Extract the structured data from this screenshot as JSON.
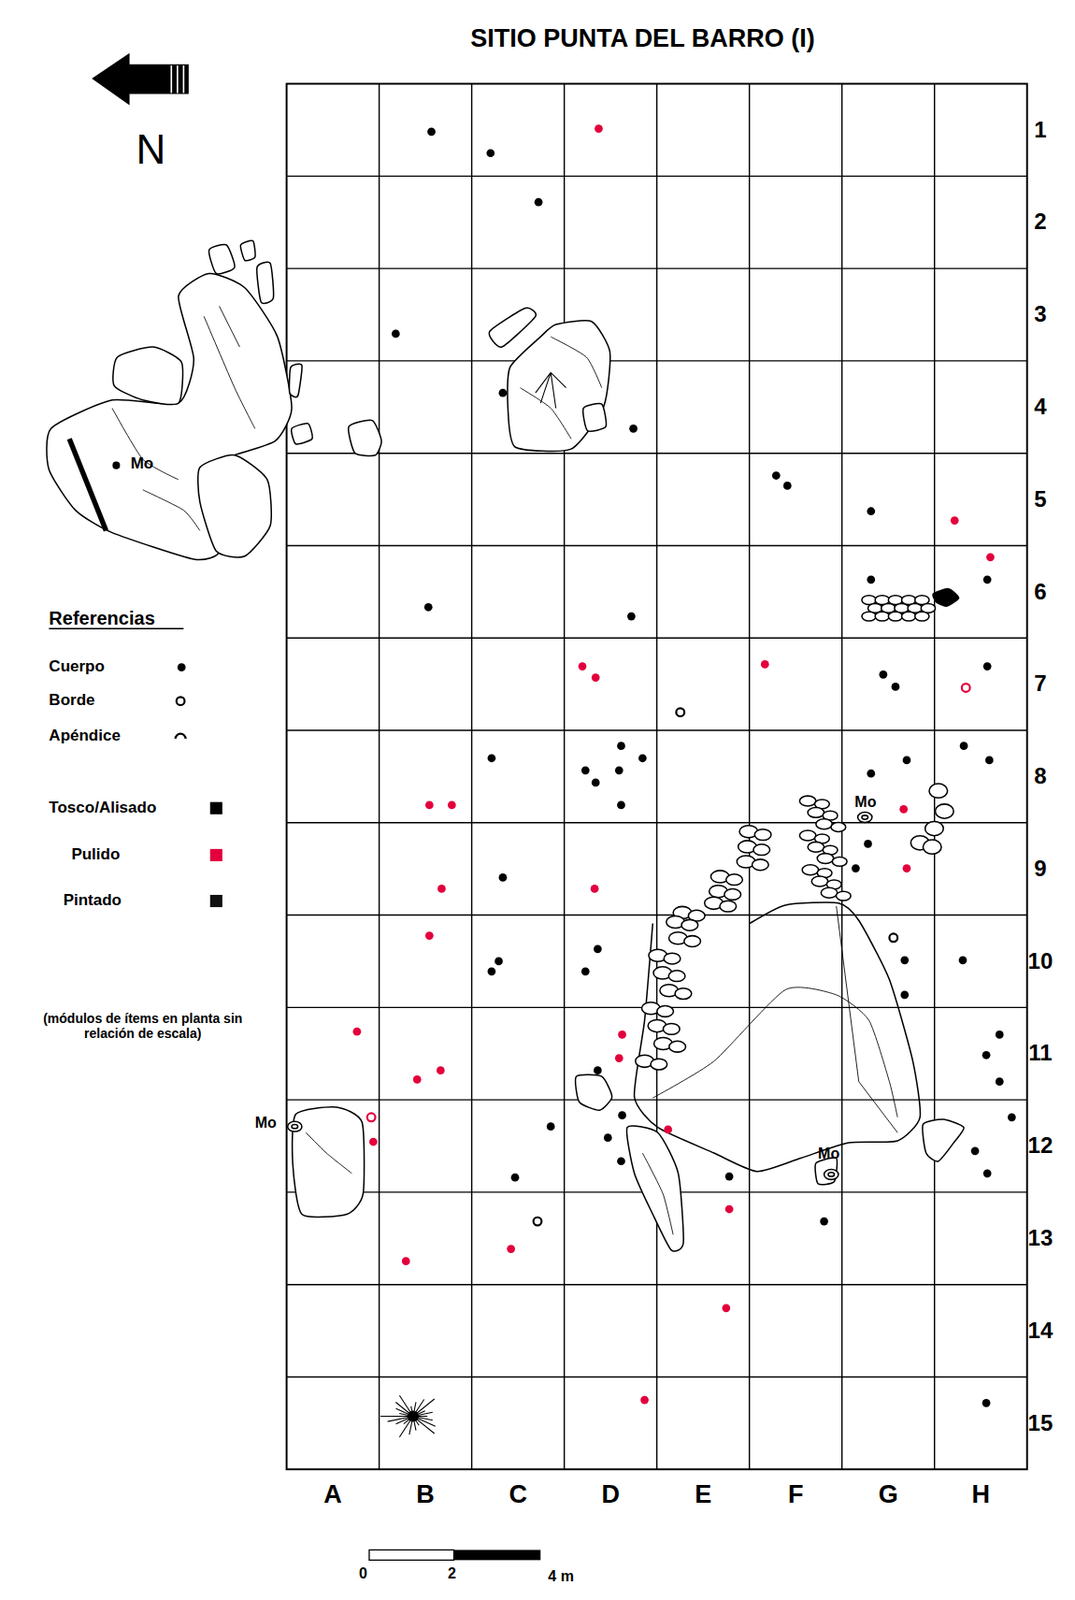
{
  "diagram": {
    "title": "SITIO PUNTA DEL BARRO (I)",
    "labels": [
      "N",
      "Referencias",
      "(módulos de ítems en planta sin relación de escala)",
      "A",
      "B",
      "C",
      "D",
      "E",
      "F",
      "G",
      "H",
      "1",
      "2",
      "3",
      "4",
      "5",
      "6",
      "7",
      "8",
      "9",
      "10",
      "11",
      "12",
      "13",
      "14",
      "15",
      "Mo",
      "Mo",
      "Mo",
      "Mo",
      "0",
      "2",
      "4 m"
    ],
    "legend": [
      {
        "text": "Cuerpo"
      },
      {
        "text": "Borde"
      },
      {
        "text": "Apéndice"
      },
      {
        "text": "Tosco/Alisado",
        "color": "#000000"
      },
      {
        "text": "Pulido",
        "color": "#e3003c"
      },
      {
        "text": "Pintado",
        "color": "#111111"
      }
    ]
  }
}
